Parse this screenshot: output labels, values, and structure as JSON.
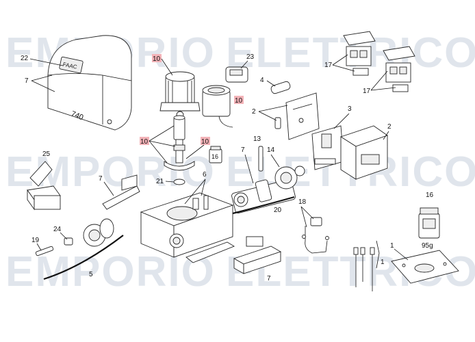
{
  "watermark": {
    "word_left": "EMPORIO",
    "word_right": "ELETTRICO"
  },
  "labels": {
    "l22": "22",
    "l7a": "7",
    "l10a": "10",
    "l23": "23",
    "l4": "4",
    "l2a": "2",
    "l17a": "17",
    "l17b": "17",
    "l10b": "10",
    "l3": "3",
    "l2b": "2",
    "l10c": "10",
    "l10d": "10",
    "l16a": "16",
    "l13": "13",
    "l7b": "7",
    "l14": "14",
    "l25": "25",
    "l7c": "7",
    "l21": "21",
    "l6": "6",
    "l20": "20",
    "l18": "18",
    "l16b": "16",
    "l24": "24",
    "l19": "19",
    "l5": "5",
    "l1a": "1",
    "l1b": "1",
    "l7d": "7"
  },
  "product_marks": {
    "cover_logo": "FAAC",
    "cover_model": "740",
    "grease_jar": "16",
    "grease_weight": "95g"
  },
  "colors": {
    "highlight": "#f3b3b8",
    "watermark": "#dde3ea",
    "ink": "#111111"
  }
}
